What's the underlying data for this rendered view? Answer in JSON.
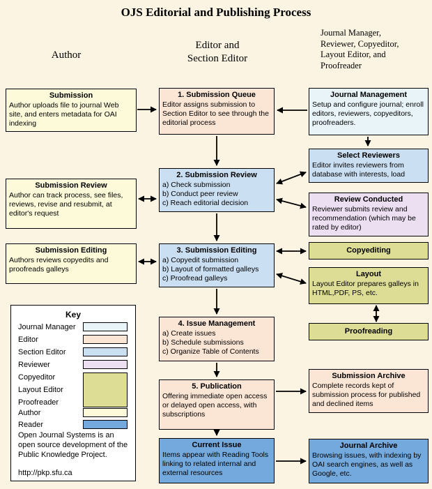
{
  "title": "OJS Editorial and Publishing Process",
  "headers": {
    "author": "Author",
    "editor": "Editor and\nSection Editor",
    "team": "Journal Manager,\nReviewer, Copyeditor,\nLayout Editor, and\nProofreader"
  },
  "colors": {
    "background": "#FBF4E2",
    "journal_manager": "#E9F4F9",
    "editor": "#FBE5D4",
    "section_editor": "#CBDFF2",
    "reviewer": "#ECDFF2",
    "copyeditor_group": "#DDDD96",
    "author": "#FCFAD8",
    "reader": "#73A9DC",
    "key_background": "#FFFFFF"
  },
  "boxes": {
    "submission": {
      "title": "Submission",
      "body": "Author uploads file to journal Web site, and enters metadata for OAI indexing"
    },
    "submission_review_author": {
      "title": "Submission Review",
      "body": "Author can track process, see files, reviews, revise and resubmit, at editor's request"
    },
    "submission_editing_author": {
      "title": "Submission Editing",
      "body": "Authors reviews copyedits and proofreads galleys"
    },
    "queue": {
      "title": "1. Submission Queue",
      "body": "Editor assigns submission to Section Editor to see through the editorial process"
    },
    "review": {
      "title": "2. Submission Review",
      "body": "a) Check submission\nb) Conduct peer review\nc) Reach editorial decision"
    },
    "editing": {
      "title": "3. Submission Editing",
      "body": "a) Copyedit submission\nb) Layout of formatted galleys\nc) Proofread galleys"
    },
    "issue_mgmt": {
      "title": "4. Issue Management",
      "body": "a) Create issues\nb) Schedule submissions\nc) Organize Table of Contents"
    },
    "publication": {
      "title": "5. Publication",
      "body": "Offering immediate open access or delayed open access, with subscriptions"
    },
    "current_issue": {
      "title": "Current Issue",
      "body": "Items appear with Reading Tools linking to related internal and external resources"
    },
    "journal_mgmt": {
      "title": "Journal Management",
      "body": "Setup and configure journal; enroll editors, reviewers, copyeditors, proofreaders."
    },
    "select_reviewers": {
      "title": "Select Reviewers",
      "body": "Editor invites reviewers from database with interests, load"
    },
    "review_conducted": {
      "title": "Review Conducted",
      "body": "Reviewer submits review and recommendation (which may be rated by editor)"
    },
    "copyediting": {
      "title": "Copyediting"
    },
    "layout": {
      "title": "Layout",
      "body": "Layout Editor prepares galleys in HTML,PDF, PS, etc."
    },
    "proofreading": {
      "title": "Proofreading"
    },
    "submission_archive": {
      "title": "Submission Archive",
      "body": "Complete records kept of submission process for published and declined items"
    },
    "journal_archive": {
      "title": "Journal Archive",
      "body": "Browsing issues, with indexing by OAI search engines, as well as Google, etc."
    }
  },
  "key": {
    "title": "Key",
    "entries": [
      {
        "label": "Journal Manager",
        "role": "journal_manager"
      },
      {
        "label": "Editor",
        "role": "editor"
      },
      {
        "label": "Section Editor",
        "role": "section_editor"
      },
      {
        "label": "Reviewer",
        "role": "reviewer"
      },
      {
        "label": "Copyeditor",
        "role": "copyeditor_group"
      },
      {
        "label": "Layout Editor",
        "role": "copyeditor_group"
      },
      {
        "label": "Proofreader",
        "role": "copyeditor_group"
      },
      {
        "label": "Author",
        "role": "author"
      },
      {
        "label": "Reader",
        "role": "reader"
      }
    ],
    "note": "Open Journal Systems is an open source development of the Public Knowledge Project.",
    "url": "http://pkp.sfu.ca"
  },
  "edges": [
    {
      "from": "submission",
      "to": "queue",
      "arrow": "single"
    },
    {
      "from": "journal_mgmt",
      "to": "queue",
      "arrow": "single"
    },
    {
      "from": "journal_mgmt",
      "to": "select_reviewers",
      "arrow": "single"
    },
    {
      "from": "queue",
      "to": "review",
      "arrow": "single"
    },
    {
      "from": "submission_review_author",
      "to": "review",
      "arrow": "double"
    },
    {
      "from": "review",
      "to": "select_reviewers",
      "arrow": "double"
    },
    {
      "from": "review",
      "to": "review_conducted",
      "arrow": "double"
    },
    {
      "from": "review",
      "to": "editing",
      "arrow": "single"
    },
    {
      "from": "submission_editing_author",
      "to": "editing",
      "arrow": "double"
    },
    {
      "from": "editing",
      "to": "copyediting",
      "arrow": "double"
    },
    {
      "from": "editing",
      "to": "layout",
      "arrow": "double"
    },
    {
      "from": "layout",
      "to": "proofreading",
      "arrow": "double"
    },
    {
      "from": "editing",
      "to": "issue_mgmt",
      "arrow": "single"
    },
    {
      "from": "issue_mgmt",
      "to": "publication",
      "arrow": "single"
    },
    {
      "from": "publication",
      "to": "submission_archive",
      "arrow": "single"
    },
    {
      "from": "publication",
      "to": "current_issue",
      "arrow": "single"
    },
    {
      "from": "current_issue",
      "to": "journal_archive",
      "arrow": "single"
    }
  ]
}
